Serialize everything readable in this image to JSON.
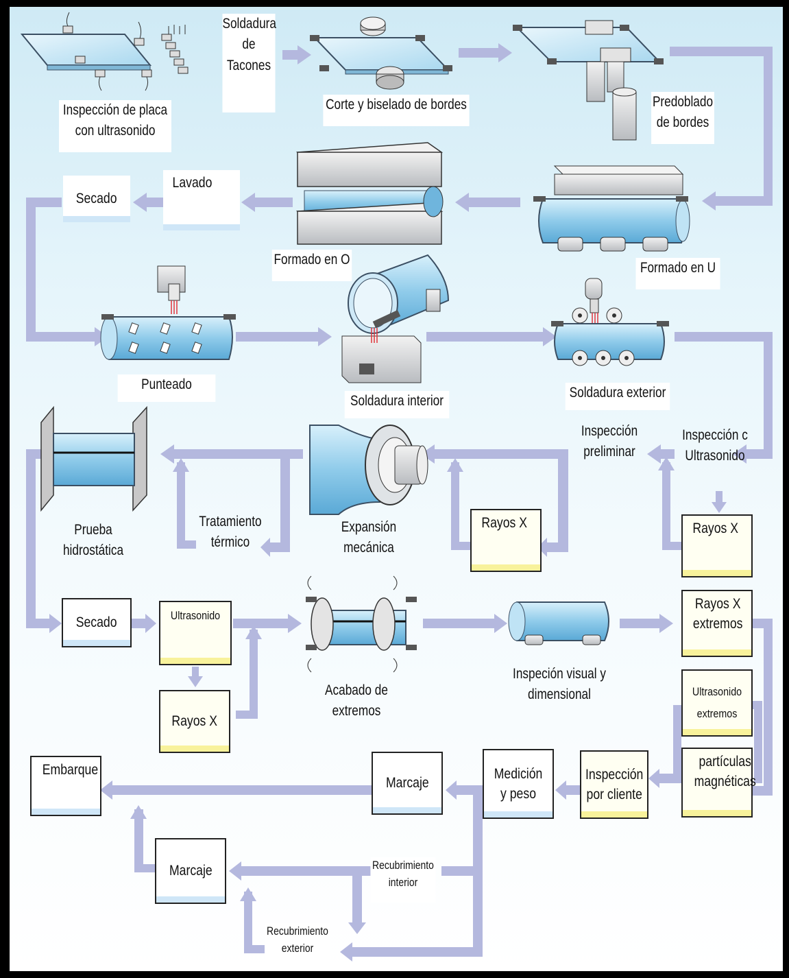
{
  "steps": {
    "inspeccion_placa": "Inspección de placa\ncon ultrasonido",
    "soldadura_tacones": "Soldadura\nde\nTacones",
    "corte_biselado": "Corte y biselado de bordes",
    "predoblado": "Predoblado\nde bordes",
    "secado_1": "Secado",
    "lavado": "Lavado",
    "formado_o": "Formado en O",
    "formado_u": "Formado en U",
    "punteado": "Punteado",
    "soldadura_interior": "Soldadura interior",
    "soldadura_exterior": "Soldadura exterior",
    "inspeccion_preliminar": "Inspección\npreliminar",
    "inspeccion_ultrasonido": "Inspección c\nUltrasonido",
    "prueba_hidrostatica": "Prueba\nhidrostática",
    "tratamiento_termico": "Tratamiento\ntérmico",
    "expansion_mecanica": "Expansión mecánica",
    "rayos_x_1": "Rayos X",
    "rayos_x_2": "Rayos X",
    "secado_2": "Secado",
    "ultrasonido": "Ultrasonido",
    "rayos_x_3": "Rayos X",
    "acabado_extremos": "Acabado de extremos",
    "inspeccion_visual": "Inspeción visual y dimensional",
    "rayos_x_extremos": "Rayos X\nextremos",
    "ultrasonido_extremos": "Ultrasonido\nextremos",
    "particulas_magneticas": "partículas\nmagnéticas",
    "inspeccion_cliente": "Inspección\npor cliente",
    "medicion_peso": "Medición\ny peso",
    "marcaje_1": "Marcaje",
    "embarque": "Embarque",
    "marcaje_2": "Marcaje",
    "recubrimiento_interior": "Recubrimiento\ninterior",
    "recubrimiento_exterior": "Recubrimiento\nexterior"
  },
  "colors": {
    "arrow": "#b4b8de",
    "pipe": "#9fd3ef",
    "pipe_edge": "#3b4f63",
    "machine": "#d7d9db",
    "box_blue_band": "#cfe6f7",
    "box_yellow_band": "#f8f29b"
  }
}
